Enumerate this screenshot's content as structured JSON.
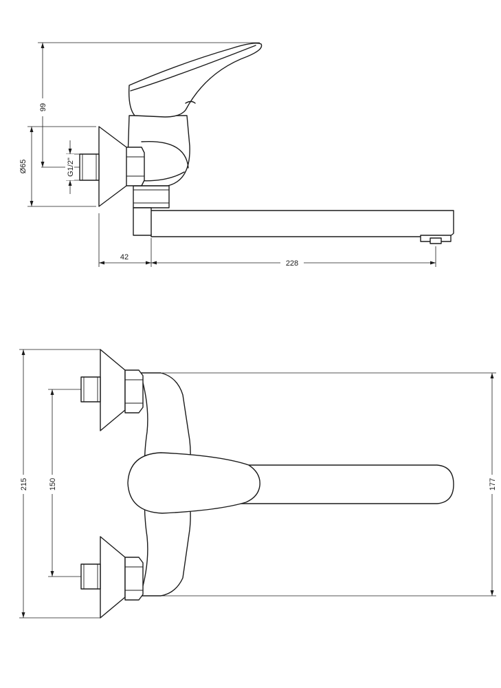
{
  "side_view": {
    "height_dim": "99",
    "rosette_dim": "Ø65",
    "thread_dim": "G1/2\"",
    "offset_dim": "42",
    "spout_dim": "228"
  },
  "front_view": {
    "total_width_dim": "215",
    "center_distance_dim": "150",
    "spout_width_dim": "177"
  }
}
